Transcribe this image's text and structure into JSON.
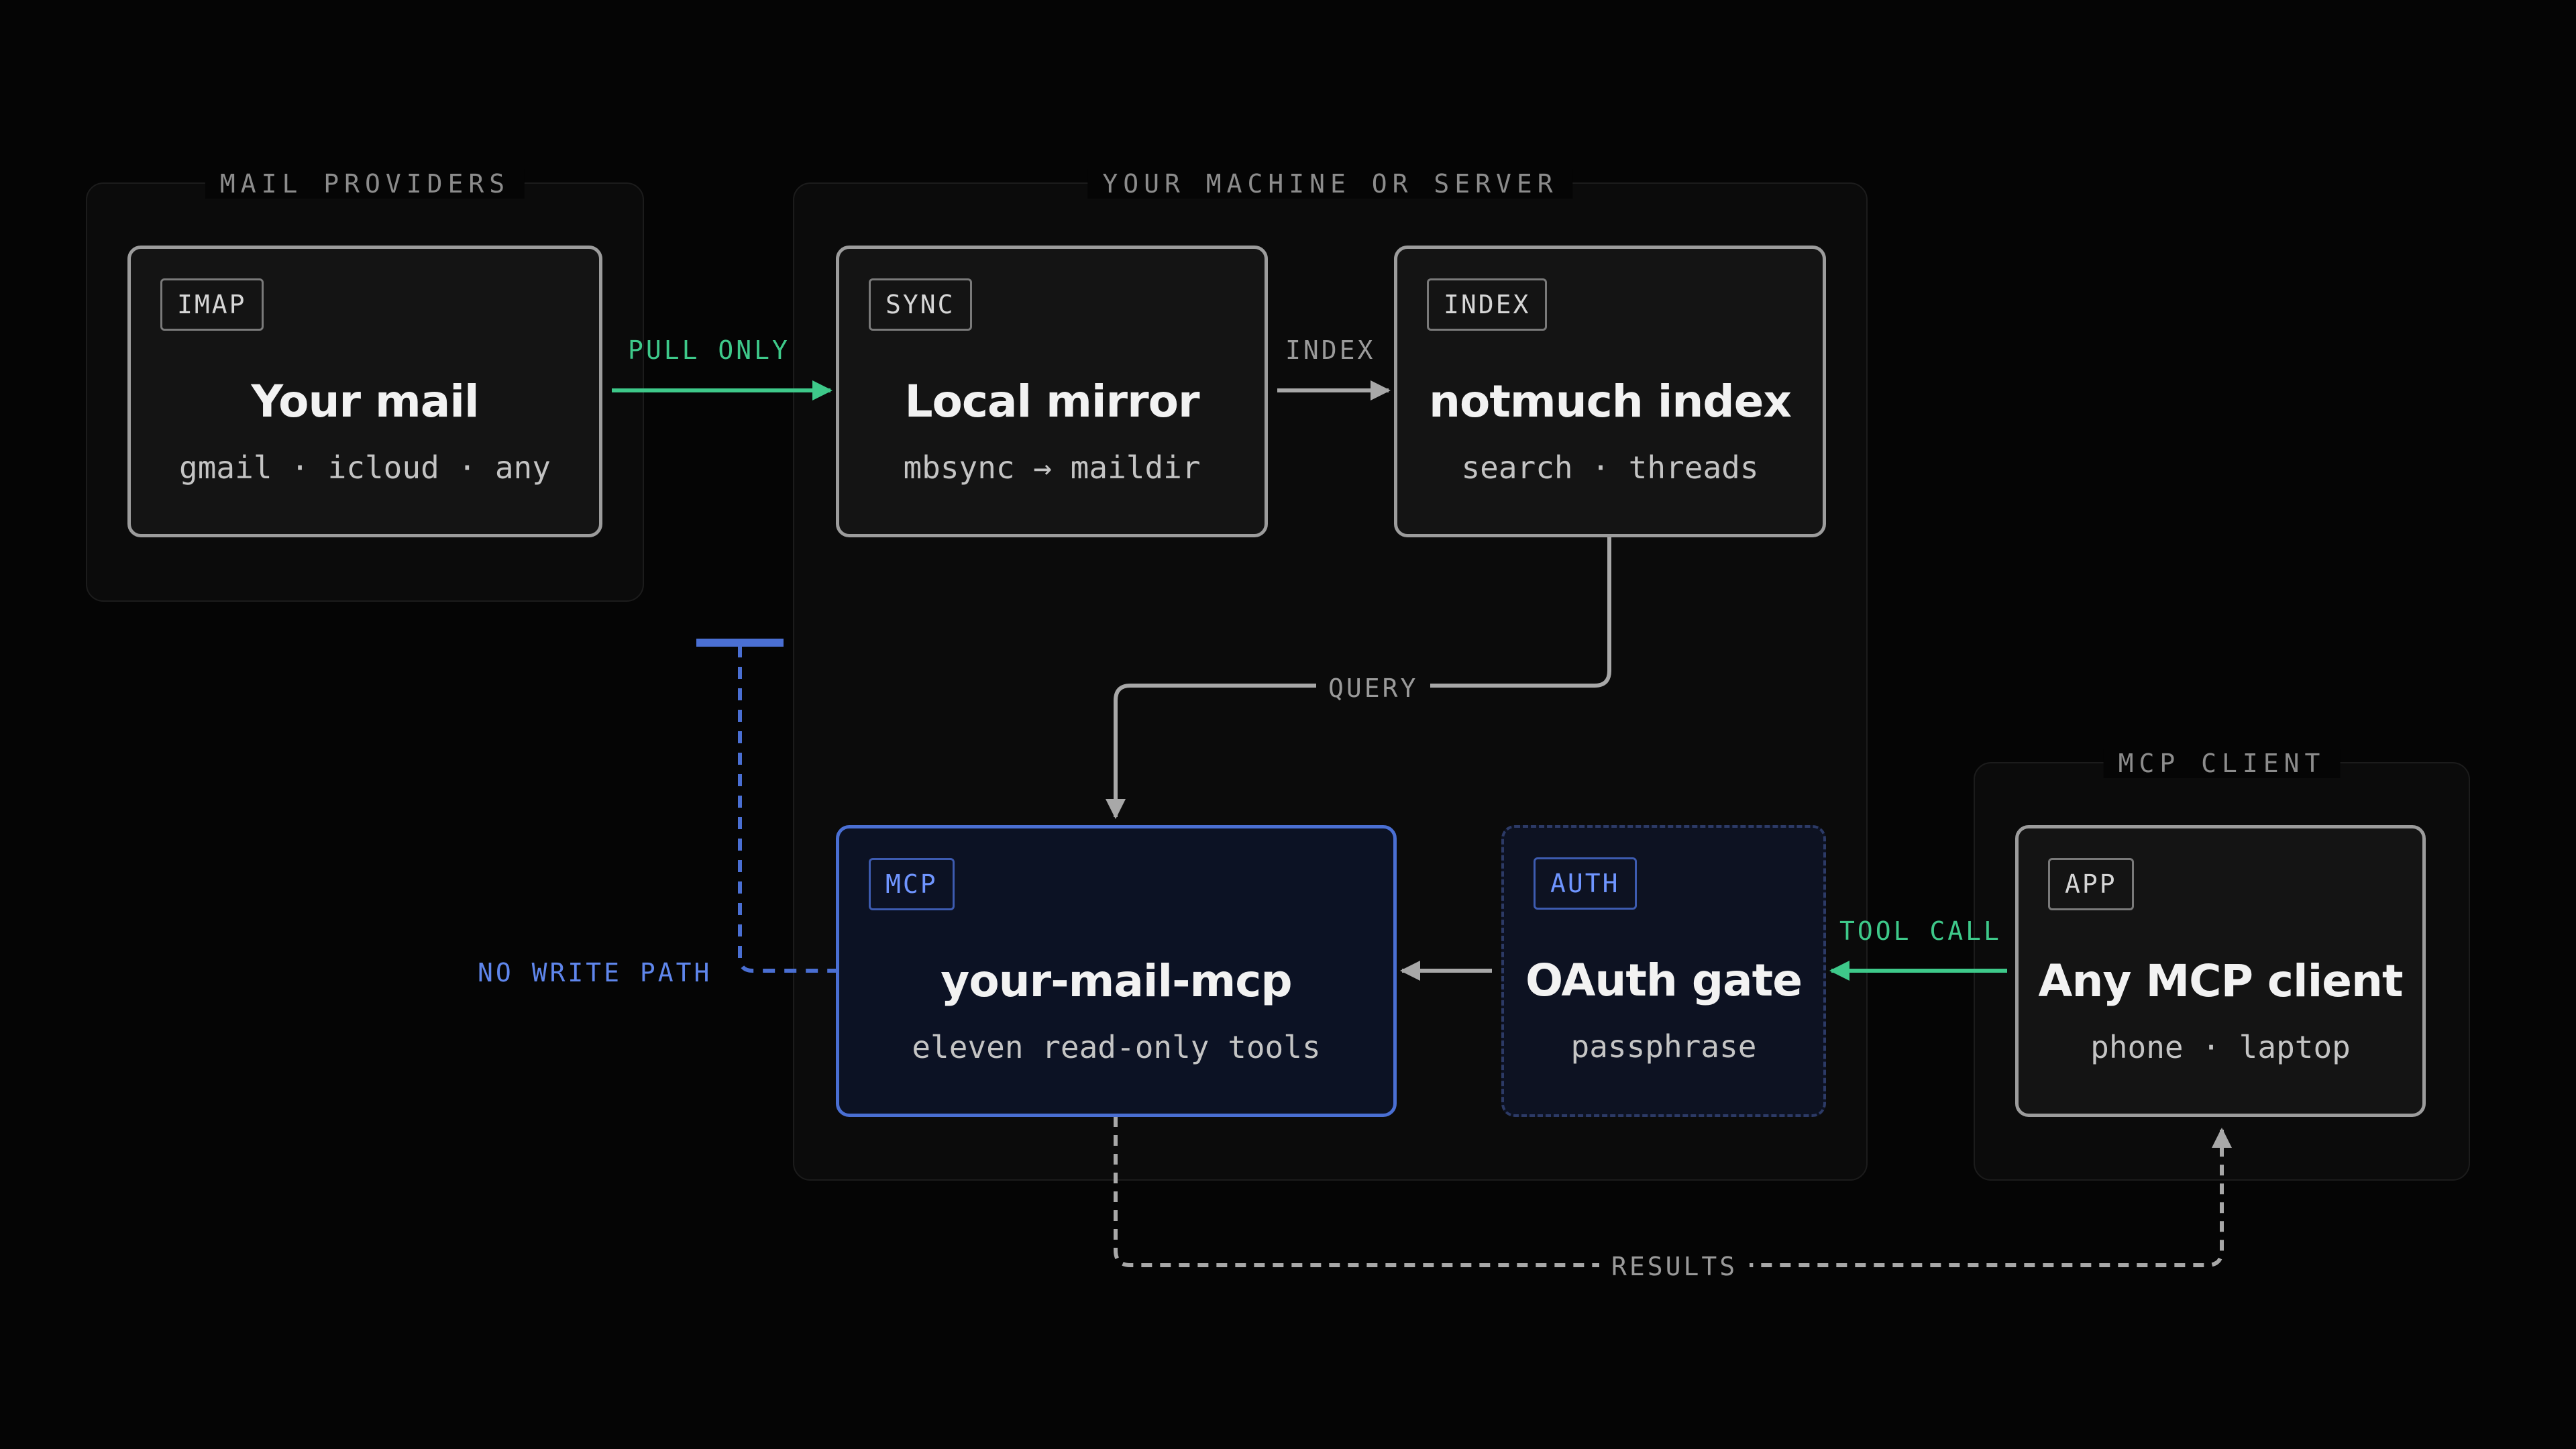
{
  "groups": {
    "providers": "MAIL PROVIDERS",
    "machine": "YOUR MACHINE OR SERVER",
    "client": "MCP CLIENT"
  },
  "nodes": {
    "imap": {
      "tag": "IMAP",
      "title": "Your mail",
      "subtitle": "gmail · icloud · any"
    },
    "sync": {
      "tag": "SYNC",
      "title": "Local mirror",
      "subtitle": "mbsync → maildir"
    },
    "index": {
      "tag": "INDEX",
      "title": "notmuch index",
      "subtitle": "search · threads"
    },
    "mcp": {
      "tag": "MCP",
      "title": "your-mail-mcp",
      "subtitle": "eleven read-only tools"
    },
    "auth": {
      "tag": "AUTH",
      "title": "OAuth gate",
      "subtitle": "passphrase"
    },
    "client": {
      "tag": "APP",
      "title": "Any MCP client",
      "subtitle": "phone · laptop"
    }
  },
  "edges": {
    "pull_only": "PULL ONLY",
    "index": "INDEX",
    "query": "QUERY",
    "tool_call": "TOOL CALL",
    "no_write_path": "NO WRITE PATH",
    "results": "RESULTS"
  },
  "colors": {
    "background": "#050505",
    "green_accent": "#3ec98a",
    "blue_accent": "#4a6fd3",
    "gray_line": "#a8a8a8"
  }
}
